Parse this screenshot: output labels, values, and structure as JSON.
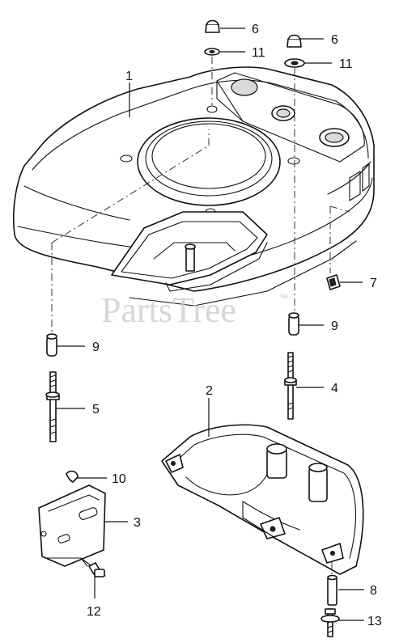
{
  "watermark": {
    "text": "PartsTree",
    "trademark": "™"
  },
  "callouts": [
    {
      "id": "1",
      "label": "1"
    },
    {
      "id": "2",
      "label": "2"
    },
    {
      "id": "3",
      "label": "3"
    },
    {
      "id": "4",
      "label": "4"
    },
    {
      "id": "5",
      "label": "5"
    },
    {
      "id": "6a",
      "label": "6"
    },
    {
      "id": "6b",
      "label": "6"
    },
    {
      "id": "7",
      "label": "7"
    },
    {
      "id": "8",
      "label": "8"
    },
    {
      "id": "9a",
      "label": "9"
    },
    {
      "id": "9b",
      "label": "9"
    },
    {
      "id": "10",
      "label": "10"
    },
    {
      "id": "11a",
      "label": "11"
    },
    {
      "id": "11b",
      "label": "11"
    },
    {
      "id": "12",
      "label": "12"
    },
    {
      "id": "13",
      "label": "13"
    }
  ]
}
